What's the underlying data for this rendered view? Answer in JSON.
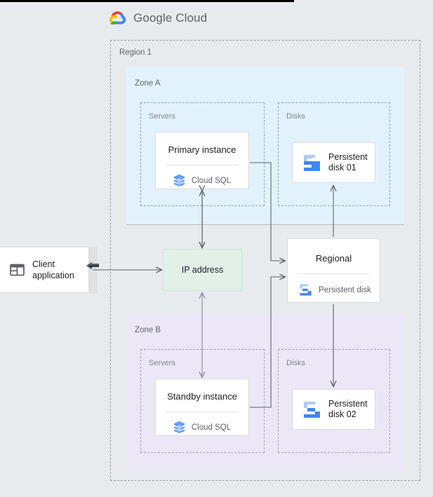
{
  "header": {
    "brand_prefix": "Google",
    "brand_suffix": "Cloud",
    "logo_icon": "google-cloud-logo"
  },
  "colors": {
    "page_background": "#e8ebed",
    "zone_a_fill": "#e1f2fd",
    "zone_b_fill": "#ece7f6",
    "ip_address_fill": "#e2f0e8",
    "card_fill": "#ffffff",
    "card_border": "#dadce0",
    "dashed_border": "#9aa0a6",
    "text_primary": "#202124",
    "text_secondary": "#5f6368",
    "connector": "#5f6368",
    "google_blue": "#4285f4",
    "google_blue_light": "#a1c2fa"
  },
  "region": {
    "label": "Region 1"
  },
  "zone_a": {
    "label": "Zone A",
    "servers_group_label": "Servers",
    "disks_group_label": "Disks",
    "instance": {
      "title": "Primary instance",
      "product": "Cloud SQL",
      "icon": "cloud-sql-icon"
    },
    "disk": {
      "line1": "Persistent",
      "line2": "disk 01",
      "icon": "persistent-disk-icon"
    }
  },
  "zone_b": {
    "label": "Zone B",
    "servers_group_label": "Servers",
    "disks_group_label": "Disks",
    "instance": {
      "title": "Standby instance",
      "product": "Cloud SQL",
      "icon": "cloud-sql-icon"
    },
    "disk": {
      "line1": "Persistent",
      "line2": "disk 02",
      "icon": "persistent-disk-icon"
    }
  },
  "regional_disk": {
    "title": "Regional",
    "product": "Persistent disk",
    "icon": "persistent-disk-icon"
  },
  "ip_address": {
    "label": "IP address"
  },
  "client": {
    "line1": "Client",
    "line2": "application",
    "icon": "client-window-icon"
  },
  "connectors": [
    {
      "name": "client-to-ip",
      "from": "Client application",
      "to": "IP address",
      "style": "solid",
      "arrows": "single"
    },
    {
      "name": "ip-to-primary",
      "from": "IP address",
      "to": "Primary instance",
      "style": "solid",
      "arrows": "double"
    },
    {
      "name": "ip-to-standby",
      "from": "IP address",
      "to": "Standby instance",
      "style": "dashed",
      "arrows": "double"
    },
    {
      "name": "primary-to-regional",
      "from": "Primary instance",
      "to": "Regional persistent disk",
      "style": "solid",
      "arrows": "single"
    },
    {
      "name": "standby-to-regional",
      "from": "Standby instance",
      "to": "Regional persistent disk",
      "style": "solid",
      "arrows": "single"
    },
    {
      "name": "regional-to-disk-01",
      "from": "Regional persistent disk",
      "to": "Persistent disk 01",
      "style": "solid",
      "arrows": "single"
    },
    {
      "name": "regional-to-disk-02",
      "from": "Regional persistent disk",
      "to": "Persistent disk 02",
      "style": "solid",
      "arrows": "single"
    }
  ],
  "cursor": {
    "icon": "mouse-pointer-left-arrow"
  }
}
